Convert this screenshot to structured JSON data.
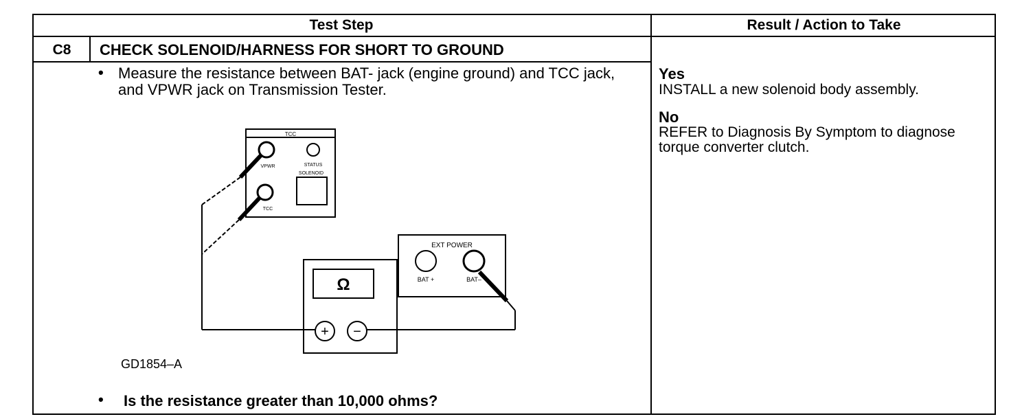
{
  "table": {
    "header_left": "Test Step",
    "header_right": "Result / Action to Take"
  },
  "step": {
    "id": "C8",
    "title": "CHECK SOLENOID/HARNESS FOR SHORT TO GROUND",
    "instruction": "Measure the resistance between BAT- jack (engine ground) and TCC jack, and VPWR jack on Transmission Tester.",
    "question": "Is the resistance greater than 10,000 ohms?",
    "figure_id": "GD1854–A"
  },
  "diagram": {
    "tester_panel_title": "TCC",
    "jack_vpwr": "VPWR",
    "jack_status": "STATUS",
    "jack_tcc": "TCC",
    "solenoid_label": "SOLENOID",
    "ext_power_title": "EXT POWER",
    "jack_bat_plus": "BAT +",
    "jack_bat_minus": "BAT–",
    "meter_symbol": "Ω",
    "meter_plus": "+",
    "meter_minus": "−"
  },
  "results": [
    {
      "label": "Yes",
      "text": "INSTALL a new solenoid body assembly."
    },
    {
      "label": "No",
      "text": "REFER to Diagnosis By Symptom to diagnose torque converter clutch."
    }
  ]
}
